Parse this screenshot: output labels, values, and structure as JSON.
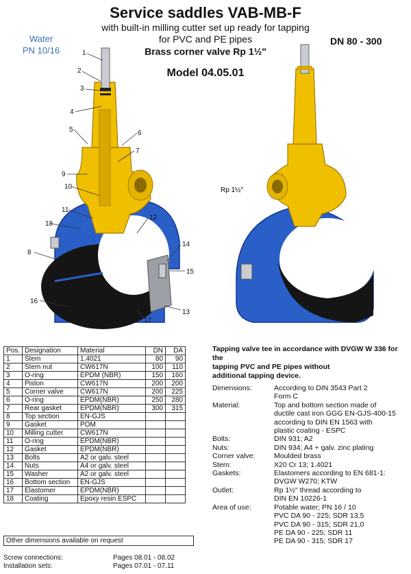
{
  "header": {
    "title": "Service saddles VAB-MB-F",
    "subtitle_1": "with built-in milling cutter set up ready for tapping",
    "subtitle_2": "for PVC and PE pipes",
    "subtitle_3": "Brass corner valve Rp 1½\"",
    "model": "Model 04.05.01",
    "medium_1": "Water",
    "medium_2": "PN 10/16",
    "dn_range": "DN 80 - 300"
  },
  "figure": {
    "callouts": [
      "1",
      "2",
      "3",
      "4",
      "5",
      "6",
      "7",
      "9",
      "10",
      "11",
      "12",
      "18",
      "8",
      "14",
      "15",
      "16",
      "13",
      "17"
    ],
    "outlet_label": "Rp 1½\"",
    "colors": {
      "body_blue": "#2a5fc8",
      "valve_yellow": "#f0c000",
      "pipe_black": "#151515",
      "stem_silver": "#c8ccd0"
    }
  },
  "parts_table": {
    "headers": [
      "Pos.",
      "Designation",
      "Material",
      "DN",
      "DA"
    ],
    "rows": [
      [
        "1",
        "Stem",
        "1.4021",
        "80",
        "90"
      ],
      [
        "2",
        "Stem nut",
        "CW617N",
        "100",
        "110"
      ],
      [
        "3",
        "O-ring",
        "EPDM (NBR)",
        "150",
        "160"
      ],
      [
        "4",
        "Piston",
        "CW617N",
        "200",
        "200"
      ],
      [
        "5",
        "Corner valve",
        "CW617N",
        "200",
        "225"
      ],
      [
        "6",
        "O-ring",
        "EPDM(NBR)",
        "250",
        "280"
      ],
      [
        "7",
        "Rear gasket",
        "EPDM(NBR)",
        "300",
        "315"
      ],
      [
        "8",
        "Top section",
        "EN-GJS",
        "",
        ""
      ],
      [
        "9",
        "Gasket",
        "POM",
        "",
        ""
      ],
      [
        "10",
        "Milling cutter",
        "CW617N",
        "",
        ""
      ],
      [
        "11",
        "O-ring",
        "EPDM(NBR)",
        "",
        ""
      ],
      [
        "12",
        "Gasket",
        "EPDM(NBR)",
        "",
        ""
      ],
      [
        "13",
        "Bolts",
        "A2 or galv. steel",
        "",
        ""
      ],
      [
        "14",
        "Nuts",
        "A4 or galv. steel",
        "",
        ""
      ],
      [
        "15",
        "Washer",
        "A2 or galv. steel",
        "",
        ""
      ],
      [
        "16",
        "Bottom section",
        "EN-GJS",
        "",
        ""
      ],
      [
        "17",
        "Elastomer",
        "EPDM(NBR)",
        "",
        ""
      ],
      [
        "18",
        "Coating",
        "Epoxy resin ESPC",
        "",
        ""
      ]
    ],
    "footer": "Other dimensions available on request"
  },
  "references": [
    {
      "label": "Screw connections:",
      "value": "Pages 08.01 - 08.02"
    },
    {
      "label": "Installation sets:",
      "value": "Pages 07.01 - 07.11"
    }
  ],
  "intro": {
    "line_1": "Tapping valve tee in accordance with DVGW W 336 for the",
    "line_2": "tapping PVC and PE pipes without",
    "line_3": "additional tapping device."
  },
  "specs": [
    {
      "label": "Dimensions:",
      "lines": [
        "According to DIN 3543 Part 2",
        "Form C"
      ]
    },
    {
      "label": "Material:",
      "lines": [
        "Top and bottom section made of",
        "ductile cast iron GGG  EN-GJS-400-15",
        "according to DIN EN 1563 with",
        "plastic coating - ESPC"
      ]
    },
    {
      "label": "Bolts:",
      "lines": [
        "DIN 931; A2"
      ]
    },
    {
      "label": "Nuts:",
      "lines": [
        "DIN 934; A4 + galv. zinc plating"
      ]
    },
    {
      "label": "Corner valve:",
      "lines": [
        "Moulded brass"
      ]
    },
    {
      "label": "Stem:",
      "lines": [
        "X20 Cr 13; 1.4021"
      ]
    },
    {
      "label": "Gaskets:",
      "lines": [
        "Elastomers according to EN 681-1:",
        "DVGW W270;  KTW"
      ]
    },
    {
      "label": "Outlet:",
      "lines": [
        "Rp 1½\" thread according to",
        "DIN EN 10226-1"
      ]
    },
    {
      "label": "Area of use:",
      "lines": [
        "Potable water;  PN 16 / 10",
        "PVC  DA 90 - 225;  SDR 13,5",
        "PVC  DA 90 - 315;  SDR 21,0",
        "PE    DA 90 - 225;  SDR 11",
        "PE    DA 90 - 315;  SDR 17"
      ]
    }
  ]
}
